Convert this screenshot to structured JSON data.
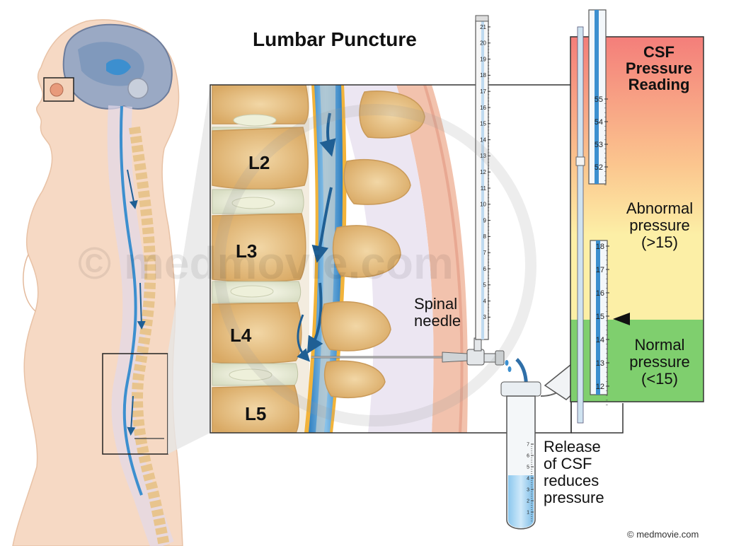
{
  "title": "Lumbar Puncture",
  "vertebrae": [
    "L2",
    "L3",
    "L4",
    "L5"
  ],
  "labels": {
    "spinal_needle": [
      "Spinal",
      "needle"
    ],
    "release": [
      "Release",
      "of CSF",
      "reduces",
      "pressure"
    ]
  },
  "pressure_panel": {
    "title": [
      "CSF",
      "Pressure",
      "Reading"
    ],
    "abnormal": [
      "Abnormal",
      "pressure",
      "(>15)"
    ],
    "normal": [
      "Normal",
      "pressure",
      "(<15)"
    ],
    "upper_scale": [
      "55",
      "54",
      "53",
      "52"
    ],
    "lower_scale": [
      "18",
      "17",
      "16",
      "15",
      "14",
      "13",
      "12"
    ],
    "reading": 15
  },
  "manometer_scale": [
    "21",
    "20",
    "19",
    "18",
    "17",
    "16",
    "15",
    "14",
    "13",
    "12",
    "11",
    "10",
    "9",
    "8",
    "7",
    "6",
    "5",
    "4",
    "3"
  ],
  "tube_scale": [
    "7",
    "6",
    "5",
    "4",
    "3",
    "2",
    "1"
  ],
  "watermark": "© medmovie.com",
  "credit": "© medmovie.com",
  "colors": {
    "skin": "#f6d9c4",
    "csf": "#3c8fcf",
    "bone": "#e8c48d",
    "panel_red": "#f58c86",
    "panel_yellow": "#fbe7a0",
    "panel_green": "#7fcf6e"
  }
}
